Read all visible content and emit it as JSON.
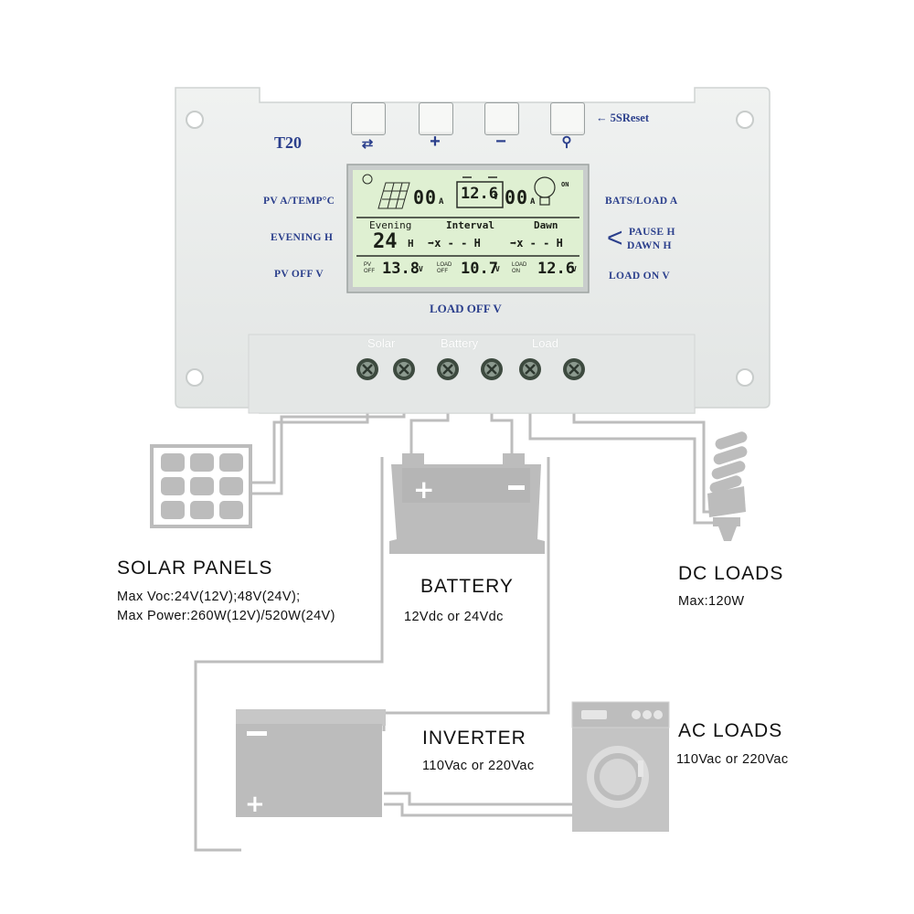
{
  "controller": {
    "model": "T20",
    "reset_label": "← 5SReset",
    "buttons": [
      {
        "name": "mode-button",
        "symbol": "⇄"
      },
      {
        "name": "plus-button",
        "symbol": "+"
      },
      {
        "name": "minus-button",
        "symbol": "−"
      },
      {
        "name": "load-button",
        "symbol": "⚲"
      }
    ],
    "left_labels": [
      "PV A/TEMP°C",
      "EVENING H",
      "PV OFF V"
    ],
    "right_labels": [
      "BATS/LOAD A",
      "PAUSE H",
      "DAWN H",
      "LOAD ON V"
    ],
    "bottom_label": "LOAD OFF V",
    "terminal_group_labels": [
      "Solar",
      "Battery",
      "Load"
    ],
    "lcd": {
      "pv_current": "00",
      "pv_unit": "A",
      "battery_voltage": "12.6",
      "battery_unit": "V",
      "load_current": "00",
      "load_unit": "A",
      "on_indicator": "ON",
      "row2_headers": [
        "Evening",
        "Interval",
        "Dawn"
      ],
      "evening_hours": "24",
      "hour_unit": "H",
      "interval_value": "➡x - - H",
      "dawn_value": "➡x - - H",
      "pv_off_label": "PV OFF",
      "pv_off_value": "13.8",
      "load_off_label": "LOAD OFF",
      "load_off_value": "10.7",
      "load_on_label": "LOAD ON",
      "load_on_value": "12.6",
      "volt_unit": "V"
    }
  },
  "captions": {
    "solar": {
      "title": "SOLAR PANELS",
      "line1": "Max Voc:24V(12V);48V(24V);",
      "line2": "Max Power:260W(12V)/520W(24V)"
    },
    "battery": {
      "title": "BATTERY",
      "line1": "12Vdc or 24Vdc"
    },
    "dc_loads": {
      "title": "DC LOADS",
      "line1": "Max:120W"
    },
    "inverter": {
      "title": "INVERTER",
      "line1": "110Vac or 220Vac"
    },
    "ac_loads": {
      "title": "AC LOADS",
      "line1": "110Vac or 220Vac"
    }
  },
  "colors": {
    "wire": "#b8b8b8",
    "component": "#bcbcbc",
    "panel_body": "#e9ebea",
    "lcd_bg": "#dfefd2",
    "label_blue": "#2b3f8c"
  }
}
